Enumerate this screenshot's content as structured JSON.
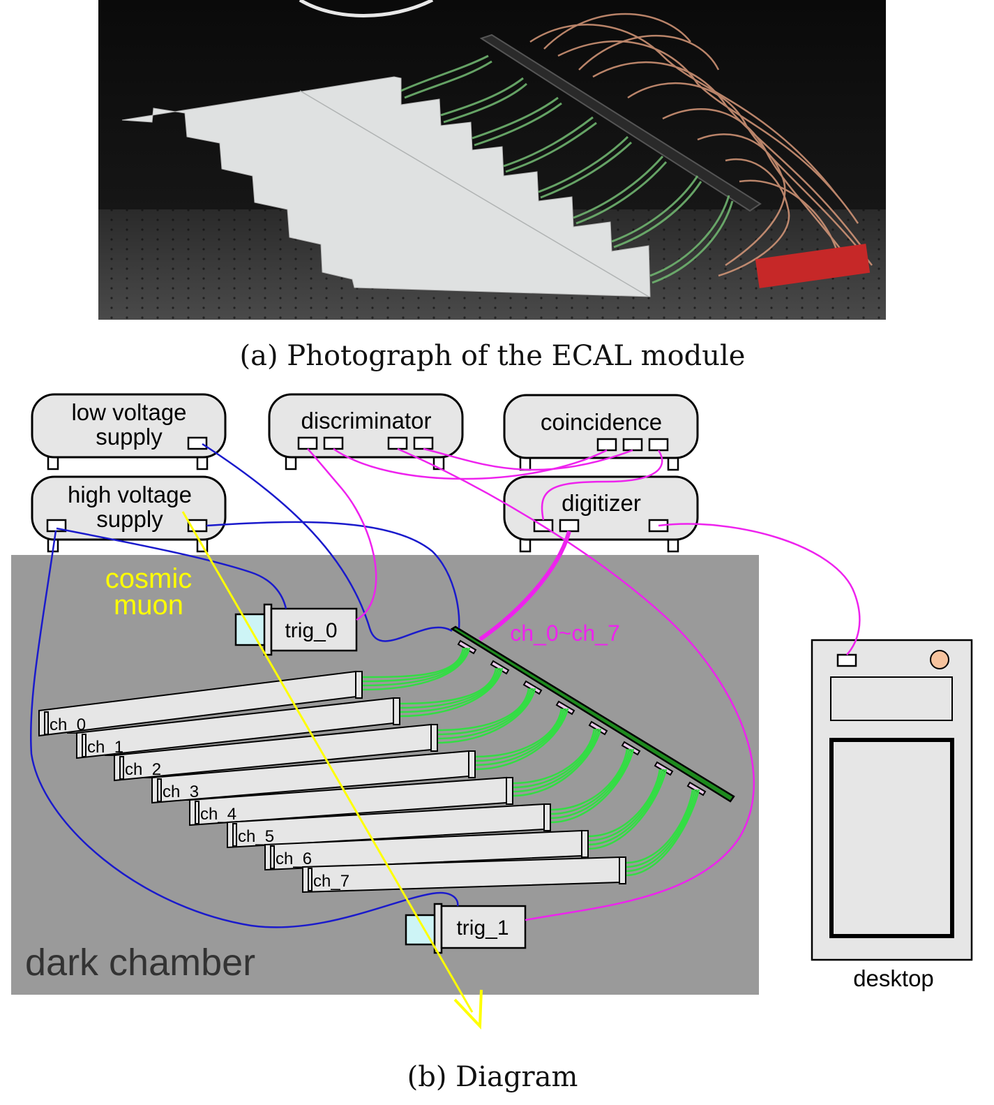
{
  "captions": {
    "a": "(a) Photograph of the ECAL module",
    "b": "(b) Diagram"
  },
  "devices": {
    "low_voltage_line1": "low voltage",
    "low_voltage_line2": "supply",
    "high_voltage_line1": "high voltage",
    "high_voltage_line2": "supply",
    "discriminator": "discriminator",
    "coincidence": "coincidence",
    "digitizer": "digitizer",
    "desktop": "desktop"
  },
  "chamber": {
    "label": "dark chamber",
    "muon_line1": "cosmic",
    "muon_line2": "muon",
    "bus_label": "ch_0~ch_7",
    "triggers": [
      "trig_0",
      "trig_1"
    ],
    "channels": [
      "ch_0",
      "ch_1",
      "ch_2",
      "ch_3",
      "ch_4",
      "ch_5",
      "ch_6",
      "ch_7"
    ]
  },
  "colors": {
    "hv_cable": "#1a1acc",
    "signal_cable": "#ee22ee",
    "fiber": "#33dd44",
    "muon": "#ffff00",
    "chamber": "#9a9a9a",
    "device_fill": "#e6e6e6",
    "scintillator": "#cdf4f6"
  }
}
